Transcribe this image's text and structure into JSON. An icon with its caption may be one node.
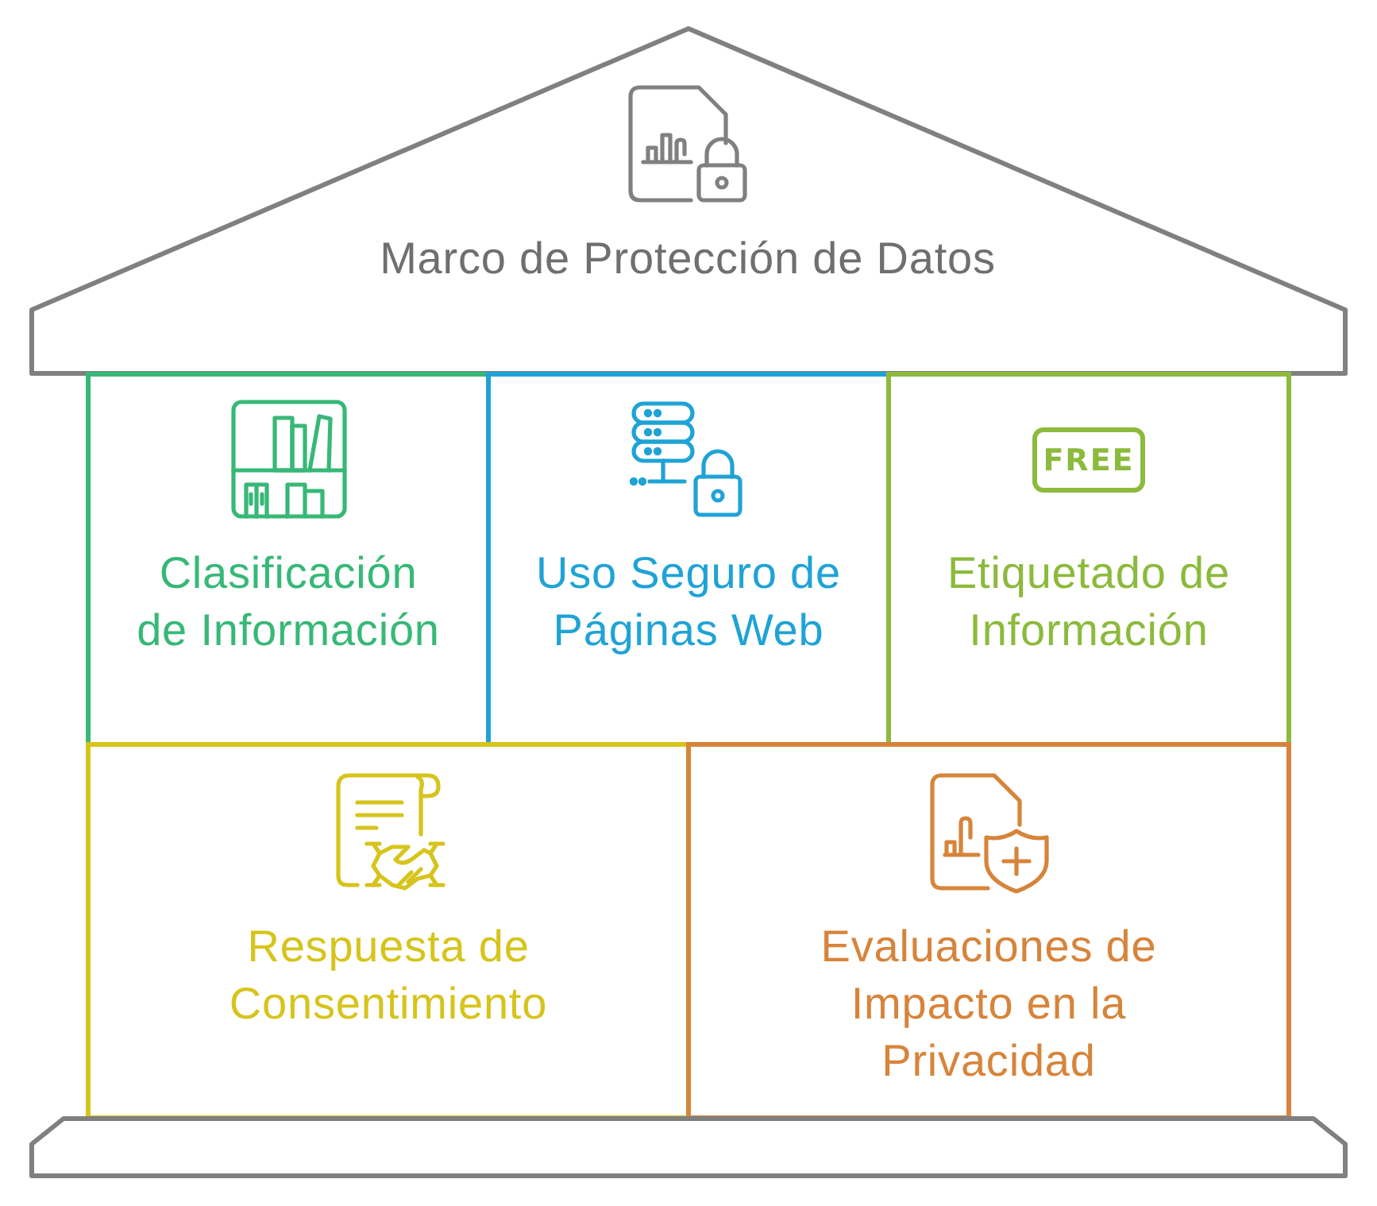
{
  "diagram": {
    "nodes": [
      {
        "text": [
          "Marco de Protección de Datos"
        ]
      },
      {
        "text": [
          "Clasificación de Información"
        ]
      },
      {
        "text": [
          "Uso Seguro de Páginas Web"
        ]
      },
      {
        "text": [
          "Etiquetado de Información"
        ]
      },
      {
        "text": [
          "Respuesta de Consentimiento"
        ]
      },
      {
        "text": [
          "Evaluaciones de Impacto en la Privacidad"
        ]
      },
      {
        "text": [],
        "shape": "bar"
      }
    ],
    "labels": [
      "FREE"
    ]
  }
}
